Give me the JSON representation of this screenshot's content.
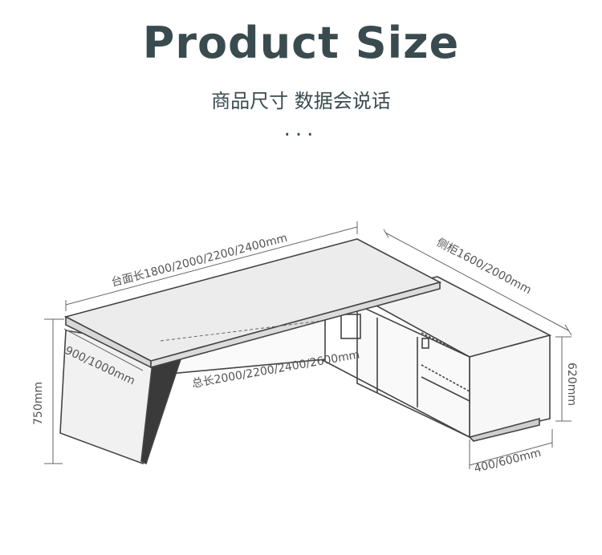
{
  "header": {
    "title": "Product Size",
    "subtitle": "商品尺寸 数据会说话",
    "dots": "..."
  },
  "dimensions": {
    "tabletop_length": "台面长1800/2000/2200/2400mm",
    "side_cabinet": "侧柜1600/2000mm",
    "desk_depth": "900/1000mm",
    "total_length": "总长2000/2200/2400/2600mm",
    "desk_height": "750mm",
    "cabinet_height": "620mm",
    "cabinet_depth": "400/600mm"
  },
  "colors": {
    "title": "#3a4b4f",
    "line": "#444444",
    "top_fill": "#ececec",
    "cabinet_fill": "#f6f6f6"
  }
}
